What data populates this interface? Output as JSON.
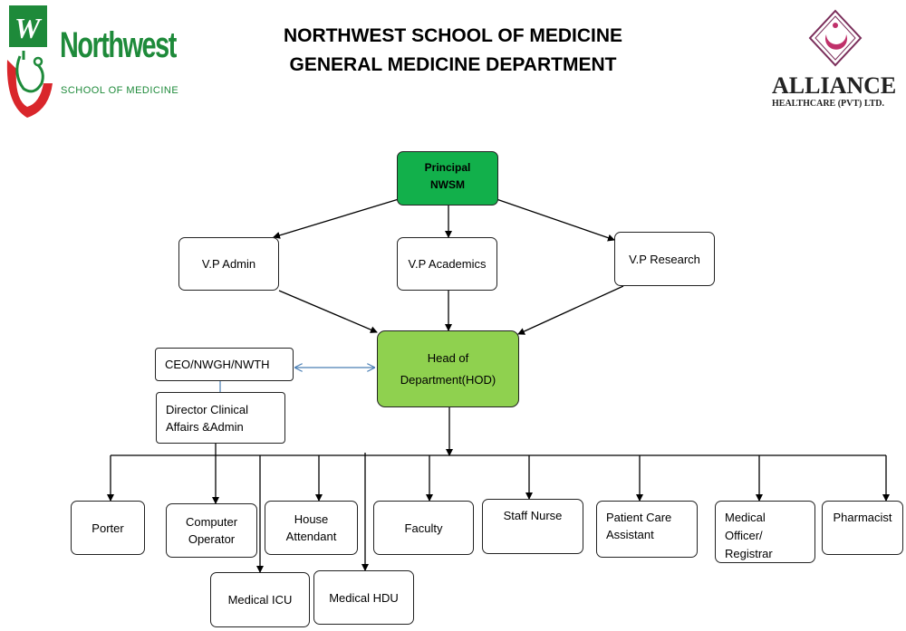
{
  "header": {
    "title_line1": "NORTHWEST SCHOOL OF MEDICINE",
    "title_line2": "GENERAL MEDICINE DEPARTMENT"
  },
  "logos": {
    "northwest_name": "Northwest",
    "northwest_sub": "SCHOOL OF MEDICINE",
    "alliance_name": "ALLIANCE",
    "alliance_sub": "HEALTHCARE (PVT) LTD."
  },
  "org_chart": {
    "principal": "Principal\nNWSM",
    "vp_admin": "V.P Admin",
    "vp_academics": "V.P Academics",
    "vp_research": "V.P Research",
    "hod": "Head of\nDepartment(HOD)",
    "ceo": "CEO/NWGH/NWTH",
    "director": "Director Clinical\nAffairs &Admin",
    "porter": "Porter",
    "computer_operator": "Computer\nOperator",
    "house_attendant": "House\nAttendant",
    "faculty": "Faculty",
    "staff_nurse": "Staff Nurse",
    "patient_care_assistant": "Patient Care\nAssistant",
    "medical_officer": "Medical\nOfficer/\nRegistrar",
    "pharmacist": "Pharmacist",
    "medical_icu": "Medical ICU",
    "medical_hdu": "Medical HDU"
  },
  "colors": {
    "principal_fill": "#12b04b",
    "hod_fill": "#8fd14f",
    "link_arrow": "#4a7fb5",
    "nw_green": "#1e8a3a",
    "nw_red": "#d9262b"
  }
}
